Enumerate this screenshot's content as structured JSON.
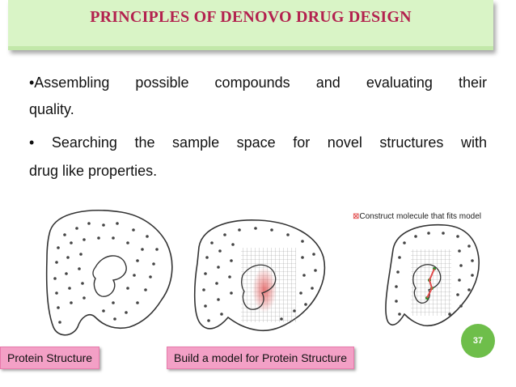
{
  "slide": {
    "title": "PRINCIPLES OF DENOVO DRUG DESIGN",
    "bullets": [
      {
        "line1": "•Assembling  possible  compounds  and  evaluating  their",
        "line2": "quality."
      },
      {
        "line1": "•     Searching  the  sample  space  for  novel   structures  with",
        "line2": "drug like properties."
      }
    ],
    "figure_caption_icon": "⊠",
    "figure_caption": "Construct molecule that fits model",
    "page_number": "37",
    "labels": {
      "protein_structure": "Protein Structure",
      "build_model": "Build a model for Protein Structure"
    }
  },
  "colors": {
    "title": "#b3224f",
    "title_bg": "#d9f4c6",
    "label_bg": "#f3a0c6",
    "badge": "#6ebe4a"
  }
}
